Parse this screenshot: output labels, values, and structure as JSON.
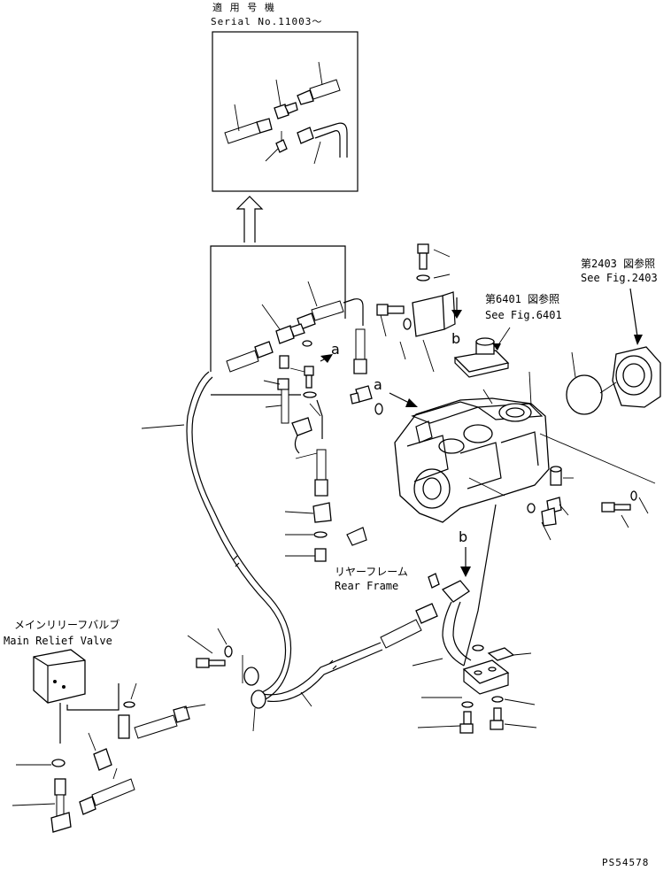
{
  "inset": {
    "applicable_label": "適 用 号 機",
    "serial_label": "Serial No.11003〜"
  },
  "references": {
    "fig_2403_jp": "第2403 図参照",
    "fig_2403_en": "See Fig.2403",
    "fig_6401_jp": "第6401 図参照",
    "fig_6401_en": "See Fig.6401"
  },
  "callouts": {
    "a_upper": "a",
    "a_lower": "a",
    "b_upper": "b",
    "b_lower": "b"
  },
  "labels": {
    "rear_frame_jp": "リヤーフレーム",
    "rear_frame_en": "Rear Frame",
    "main_relief_jp": "メインリリーフバルブ",
    "main_relief_en": "Main Relief Valve"
  },
  "page_code": "PS54578"
}
